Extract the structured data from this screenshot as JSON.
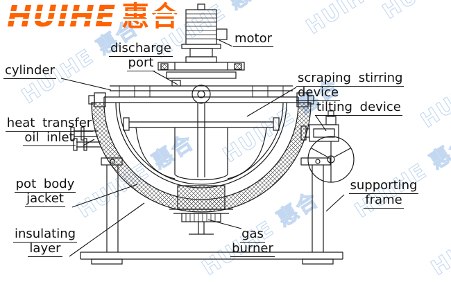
{
  "logo": {
    "brand": "HUIHE",
    "cn": "惠合",
    "color": "#ff6200"
  },
  "watermark": {
    "text": "HUIHE 惠合",
    "color": "#b9d2ee"
  },
  "colors": {
    "line": "#1a1a1a",
    "label_text": "#111111"
  },
  "labels": {
    "discharge_port": {
      "line1": "discharge",
      "line2": "port"
    },
    "motor": {
      "line1": "motor"
    },
    "cylinder": {
      "line1": "cylinder"
    },
    "scraping_stirring_device": {
      "line1": "scraping stirring",
      "line2": "device"
    },
    "tilting_device": {
      "line1": "tilting device"
    },
    "heat_transfer_oil_inlet": {
      "line1": "heat transfer",
      "line2": "oil inlet"
    },
    "pot_body_jacket": {
      "line1": "pot body",
      "line2": "jacket"
    },
    "supporting_frame": {
      "line1": "supporting",
      "line2": "frame"
    },
    "insulating_layer": {
      "line1": "insulating",
      "line2": "layer"
    },
    "gas_burner": {
      "line1": "gas",
      "line2": "burner"
    }
  }
}
